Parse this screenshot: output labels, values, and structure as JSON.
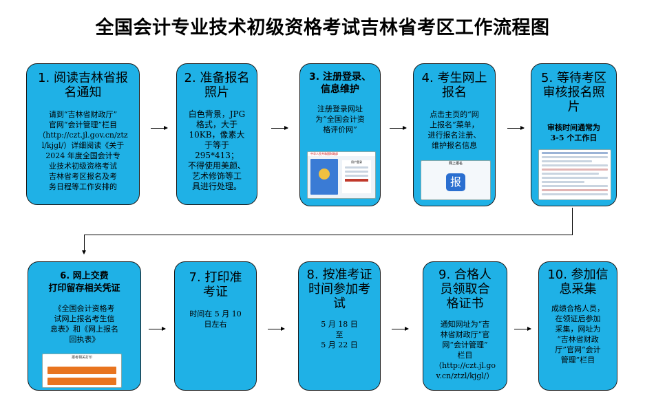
{
  "title": "全国会计专业技术初级资格考试吉林省考区工作流程图",
  "colors": {
    "box_fill": "#1fb1e6",
    "box_border": "#1a1a1a",
    "accent_orange": "#e8741f"
  },
  "steps": [
    {
      "head": "1. 阅读吉林省报\n名通知",
      "body": "请到“吉林省财政厅”\n官网“会计管理”栏目\n（http://czt.jl.gov.cn/ztz\nl/kjgl/）详细阅读《关于\n2024 年度全国会计专\n业技术初级资格考试\n吉林省考区报名及考\n务日程等工作安排的"
    },
    {
      "head": "2. 准备报名\n照片",
      "body": "白色背景，JPG\n格式，大于\n10KB，像素大\n于等于\n295*413；\n不得使用美颜、\n艺术修饰等工\n具进行处理。"
    },
    {
      "head": "3. 注册登录、\n信息维护",
      "body": "注册登录网址\n为“全国会计资\n格评价网”"
    },
    {
      "head": "4. 考生网上\n报名",
      "body": "点击主页的“网\n上报名”菜单，\n进行报名注册、\n维护报名信息"
    },
    {
      "head": "5. 等待考区\n审核报名照\n片",
      "body": "审核时间通常为\n3-5 个工作日"
    },
    {
      "head": "6. 网上交费\n打印留存相关凭证",
      "body": "《全国会计资格考\n试网上报名考生信\n息表》和《网上报名\n回执表》"
    },
    {
      "head": "7. 打印准\n考证",
      "body": "时间在 5 月 10\n日左右"
    },
    {
      "head": "8. 按准考证\n时间参加考\n试",
      "body": "5 月 18 日\n至\n5 月 22 日"
    },
    {
      "head": "9. 合格人\n员领取合\n格证书",
      "body": "通知网址为“吉\n林省财政厅”官\n网“会计管理”\n栏目\n（http://czt.jl.go\nv.cn/ztzl/kjgl/）"
    },
    {
      "head": "10. 参加信\n息采集",
      "body": "成绩合格人员，\n在领证后参加\n采集，网址为\n“吉林省财政\n厅”官网“会计\n管理”栏目"
    }
  ],
  "thumbs": {
    "login_header": "中华人民共和国财政部",
    "login_title": "用户登录",
    "apply_title": "网上报名",
    "apply_icon_char": "报",
    "print_title": "报考相关打印"
  }
}
